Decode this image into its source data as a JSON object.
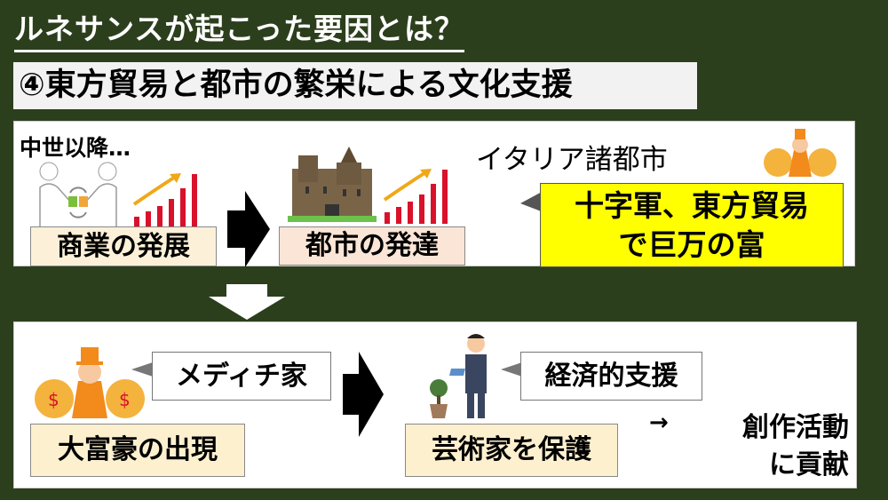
{
  "title": "ルネサンスが起こった要因とは？",
  "subtitle": "④東方貿易と都市の繁栄による文化支援",
  "panel1": {
    "intro": "中世以降…",
    "commerce_box": "商業の発展",
    "city_box": "都市の発達",
    "italy_label": "イタリア諸都市",
    "callout_line1": "十字軍、東方貿易",
    "callout_line2": "で巨万の富"
  },
  "panel2": {
    "medici_callout": "メディチ家",
    "rich_box": "大富豪の出現",
    "support_callout": "経済的支援",
    "patron_box": "芸術家を保護",
    "arrow_text": "→",
    "result_line1": "創作活動",
    "result_line2": "に貢献"
  },
  "colors": {
    "background": "#2c3f1d",
    "callout_yellow": "#ffff00",
    "box_peach": "#fbe5d6",
    "box_cream": "#fdf0cf",
    "bar_red": "#d9112b",
    "arrow_orange": "#f0a818"
  }
}
